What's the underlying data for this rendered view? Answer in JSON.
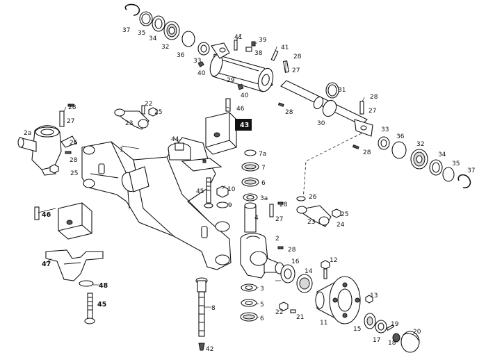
{
  "diagram": {
    "labels": {
      "l37a": "37",
      "l35a": "35",
      "l34a": "34",
      "l32a": "32",
      "l36a": "36",
      "l33a": "33",
      "l40a": "40",
      "l41a": "41",
      "l39": "39",
      "l38": "38",
      "l41b": "41",
      "l28a": "28",
      "l27a": "27",
      "l29": "29",
      "l40b": "40",
      "l31": "31",
      "l28b": "28",
      "l28c": "28",
      "l27b": "27",
      "l30": "30",
      "l33b": "33",
      "l36b": "36",
      "l32b": "32",
      "l34b": "34",
      "l35b": "35",
      "l37b": "37",
      "l28d": "28",
      "l28e": "28",
      "l27c": "27",
      "l2a": "2a",
      "l26a": "26",
      "l28f": "28",
      "l25a": "25",
      "l22a": "22",
      "l25b": "25",
      "l23a": "23",
      "l46a": "46",
      "l43": "43",
      "l44": "44",
      "l1": "1",
      "l7a": "7a",
      "l7": "7",
      "l6a": "6",
      "l3a": "3a",
      "l10": "10",
      "l45a": "45",
      "l9": "9",
      "l26b": "26",
      "l28g": "28",
      "l25c": "25",
      "l23b": "23",
      "l24": "24",
      "l27d": "27",
      "l4": "4",
      "l2": "2",
      "l28h": "28",
      "l46b": "46",
      "l47": "47",
      "l48": "48",
      "l45b": "45",
      "l12": "12",
      "l16": "16",
      "l14": "14",
      "l3": "3",
      "l5": "5",
      "l6b": "6",
      "l8": "8",
      "l22b": "22",
      "l21": "21",
      "l13": "13",
      "l11": "11",
      "l15": "15",
      "l17": "17",
      "l19": "19",
      "l18": "18",
      "l20": "20",
      "l42": "42"
    }
  }
}
